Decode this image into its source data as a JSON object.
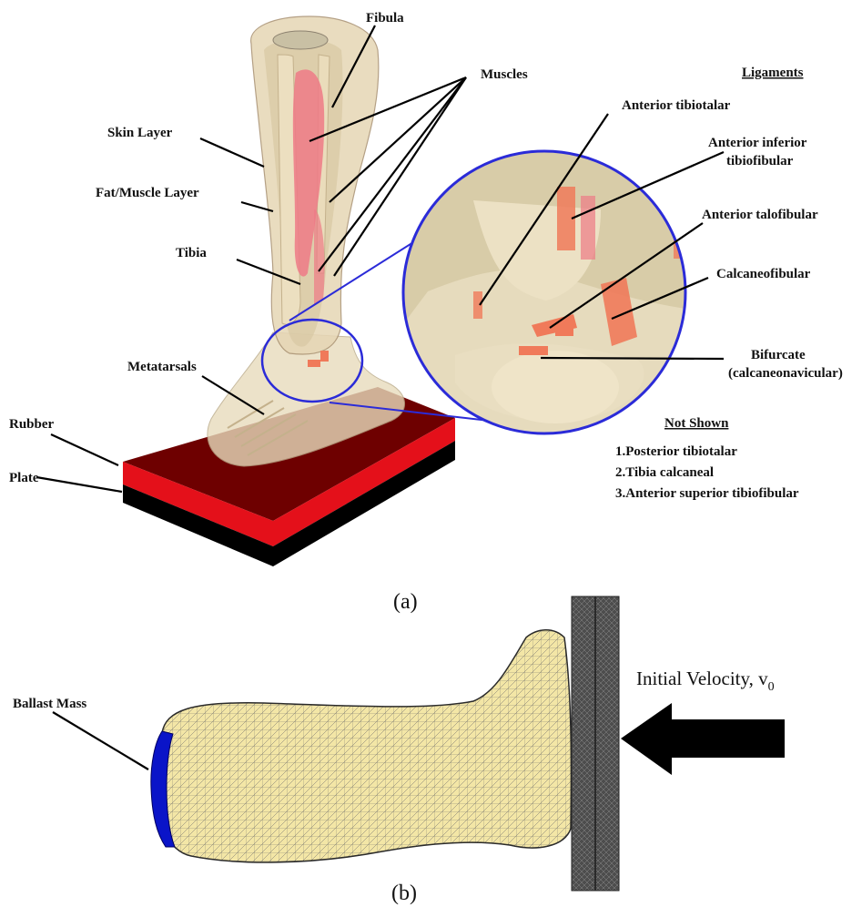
{
  "labels": {
    "fibula": "Fibula",
    "muscles": "Muscles",
    "ligaments_header": "Ligaments",
    "skin_layer": "Skin Layer",
    "fat_muscle_layer": "Fat/Muscle Layer",
    "tibia": "Tibia",
    "metatarsals": "Metatarsals",
    "rubber": "Rubber",
    "plate": "Plate",
    "anterior_tibiotalar": "Anterior tibiotalar",
    "anterior_inferior_1": "Anterior inferior",
    "anterior_inferior_2": "tibiofibular",
    "anterior_talofibular": "Anterior talofibular",
    "calcaneofibular": "Calcaneofibular",
    "bifurcate_1": "Bifurcate",
    "bifurcate_2": "(calcaneonavicular)",
    "not_shown_header": "Not Shown",
    "not_shown_items": [
      "1.Posterior tibiotalar",
      "2.Tibia calcaneal",
      "3.Anterior superior tibiofibular"
    ],
    "caption_a": "(a)",
    "ballast_mass": "Ballast Mass",
    "initial_velocity": "Initial Velocity, v",
    "velocity_subscript": "0",
    "caption_b": "(b)"
  },
  "colors": {
    "rubber": "#e4101a",
    "rubber_top": "#6e0000",
    "plate": "#000000",
    "skin": "#e7d8bd",
    "muscle": "#ee7a86",
    "ligament": "#f07a5a",
    "zoom_circle": "#2b2bd8",
    "mesh_fill": "#f3e6a6",
    "mesh_line": "#6b6b6b",
    "ballast": "#0a14c8",
    "wall": "#4a4a4a"
  },
  "icons": {
    "velocity_arrow": "left-arrow-icon"
  }
}
